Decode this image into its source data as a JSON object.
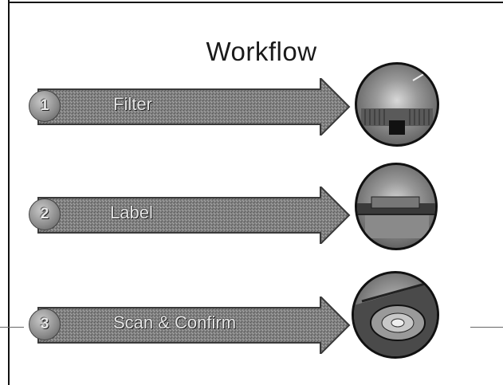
{
  "title": "Workflow",
  "steps": [
    {
      "number": "1",
      "label": "Filter"
    },
    {
      "number": "2",
      "label": "Label"
    },
    {
      "number": "3",
      "label": "Scan & Confirm"
    }
  ],
  "colors": {
    "arrow": "#7a7a7a",
    "arrow_edge": "#3a3a3a",
    "text": "#1a1a1a"
  },
  "icons": [
    "filter-photo",
    "label-photo",
    "scanner-photo"
  ]
}
